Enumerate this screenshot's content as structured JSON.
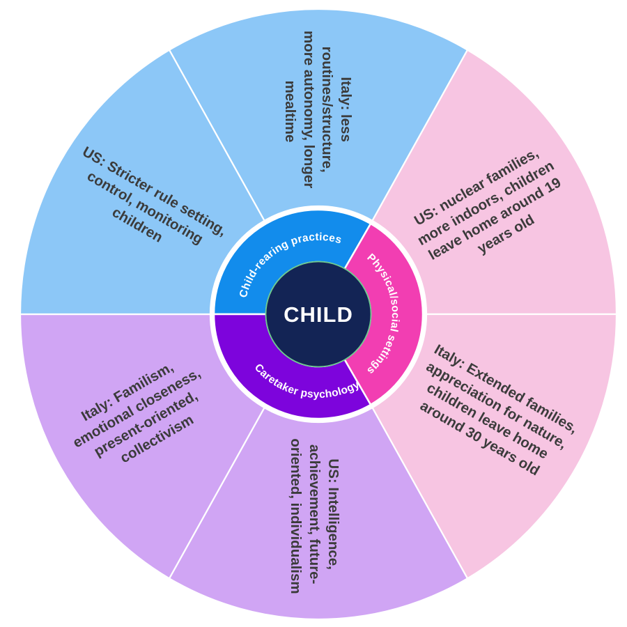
{
  "title": "Child development cross-cultural comparison wheel",
  "center": {
    "label": "CHILD"
  },
  "colors": {
    "center_fill": "#132455",
    "center_rim": "#6ecb8f",
    "inner_blue": "#128cec",
    "inner_magenta": "#f23eb2",
    "inner_violet": "#7d04dc",
    "outer_light_blue": "#8cc7f7",
    "outer_light_pink": "#f7c5e2",
    "outer_light_purple": "#d0a5f4",
    "outer_text": "#3b3b3b",
    "divider": "#ffffff"
  },
  "inner_ring": [
    {
      "id": "child-rearing-practices",
      "label": "Child-rearing practices",
      "color": "#128cec"
    },
    {
      "id": "physical-social-settings",
      "label": "Physical/social settings",
      "color": "#f23eb2"
    },
    {
      "id": "caretaker-psychology",
      "label": "Caretaker psychology",
      "color": "#7d04dc"
    }
  ],
  "outer_ring": [
    {
      "id": "italy-child-rearing",
      "category": "Child-rearing practices",
      "color": "#8cc7f7",
      "text": "Italy: less routines/structure, more autonomy, longer mealtime",
      "lines": [
        "Italy: less",
        "routines/structure,",
        "more autonomy, longer",
        "mealtime"
      ]
    },
    {
      "id": "us-physical-social",
      "category": "Physical/social settings",
      "color": "#f7c5e2",
      "text": "US: nuclear families, more indoors, children leave home around 19 years old",
      "lines": [
        "US: nuclear families,",
        "more indoors, children",
        "leave home around 19",
        "years old"
      ]
    },
    {
      "id": "italy-physical-social",
      "category": "Physical/social settings",
      "color": "#f7c5e2",
      "text": "Italy: Extended families, appreciation for nature, children leave home around 30 years old",
      "lines": [
        "Italy: Extended families,",
        "appreciation for nature,",
        "children leave home",
        "around 30 years old"
      ]
    },
    {
      "id": "us-caretaker-psychology",
      "category": "Caretaker psychology",
      "color": "#d0a5f4",
      "text": "US: Intelligence, achievement, future-oriented, individualism",
      "lines": [
        "US: Intelligence,",
        "achievement, future-",
        "oriented, individualism"
      ]
    },
    {
      "id": "italy-caretaker-psychology",
      "category": "Caretaker psychology",
      "color": "#d0a5f4",
      "text": "Italy: Familism, emotional closeness, present-oriented, collectivism",
      "lines": [
        "Italy: Familism,",
        "emotional closeness,",
        "present-oriented,",
        "collectivism"
      ]
    },
    {
      "id": "us-child-rearing",
      "category": "Child-rearing practices",
      "color": "#8cc7f7",
      "text": "US: Stricter rule setting, control, monitoring children",
      "lines": [
        "US: Stricter rule setting,",
        "control, monitoring",
        "children"
      ]
    }
  ]
}
